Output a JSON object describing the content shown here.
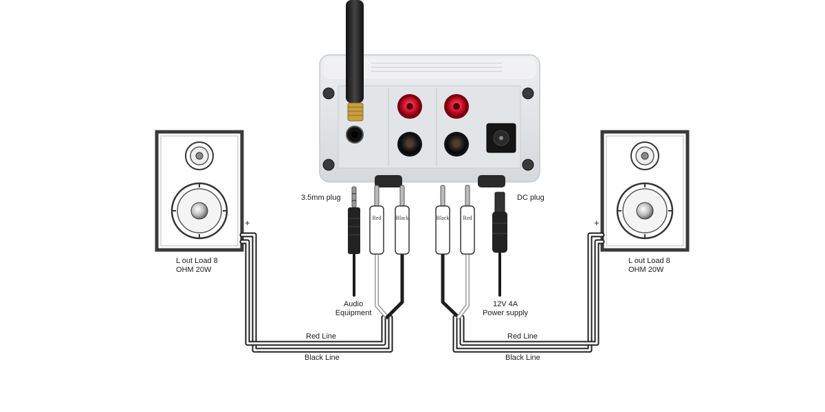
{
  "labels": {
    "plug_35mm": "3.5mm plug",
    "dc_plug": "DC plug",
    "audio_equipment": "Audio\nEquipment",
    "power_supply": "12V 4A\nPower supply",
    "red_line_left": "Red Line",
    "black_line_left": "Black Line",
    "red_line_right": "Red Line",
    "black_line_right": "Black Line",
    "speaker_left": "L  out Load 8\nOHM 20W",
    "speaker_right": "L  out Load 8\nOHM 20W",
    "plus_left": "+",
    "plus_right": "+"
  },
  "plugs": {
    "left_red": "Red",
    "left_black": "Black",
    "right_black": "Black",
    "right_red": "Red"
  },
  "colors": {
    "red_terminal": "#d0102a",
    "black_terminal": "#2a2a2a",
    "gold_connector": "#c8a040",
    "amp_body": "#e6e8ea",
    "wire_black": "#222222",
    "wire_white": "#ffffff"
  }
}
